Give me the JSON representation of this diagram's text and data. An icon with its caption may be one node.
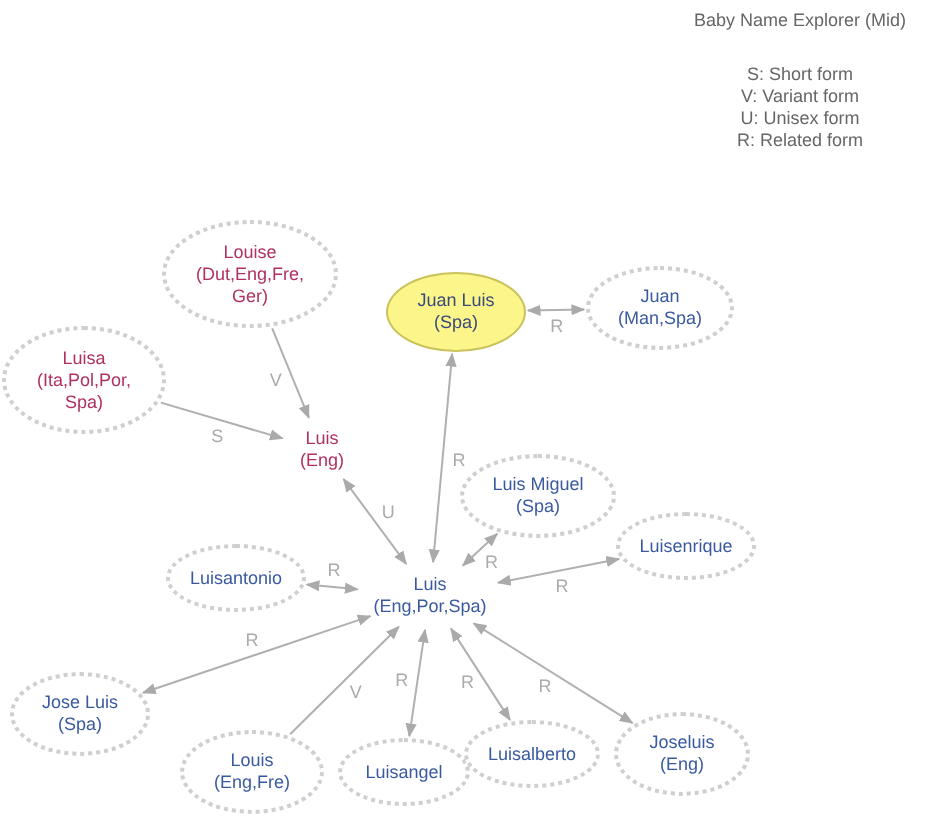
{
  "diagram": {
    "title": "Baby Name Explorer (Mid)",
    "nodes": [
      {
        "text": [
          "Louise",
          "(Dut,Eng,Fre, Ger)"
        ]
      },
      {
        "text": [
          "Luisa",
          "(Ita,Pol,Por, Spa)"
        ]
      },
      {
        "text": [
          "Luis",
          "(Eng)"
        ]
      },
      {
        "text": [
          "Juan Luis",
          "(Spa)"
        ]
      },
      {
        "text": [
          "Juan",
          "(Man,Spa)"
        ]
      },
      {
        "text": [
          "Luis Miguel",
          "(Spa)"
        ]
      },
      {
        "text": [
          "Luisenrique"
        ]
      },
      {
        "text": [
          "Luisantonio"
        ]
      },
      {
        "text": [
          "Luis",
          "(Eng,Por,Spa)"
        ]
      },
      {
        "text": [
          "Jose Luis",
          "(Spa)"
        ]
      },
      {
        "text": [
          "Louis",
          "(Eng,Fre)"
        ]
      },
      {
        "text": [
          "Luisangel"
        ]
      },
      {
        "text": [
          "Luisalberto"
        ]
      },
      {
        "text": [
          "Joseluis",
          "(Eng)"
        ]
      }
    ],
    "edges": [
      {
        "from": 0,
        "to": 2,
        "arrow": "to",
        "label": "V"
      },
      {
        "from": 1,
        "to": 2,
        "arrow": "to",
        "label": "S"
      },
      {
        "from": 8,
        "to": 2,
        "arrow": "both",
        "label": "U"
      },
      {
        "from": 8,
        "to": 3,
        "arrow": "both",
        "label": "R"
      },
      {
        "from": 3,
        "to": 4,
        "arrow": "both",
        "label": "R"
      },
      {
        "from": 8,
        "to": 5,
        "arrow": "both",
        "label": "R"
      },
      {
        "from": 8,
        "to": 6,
        "arrow": "both",
        "label": "R"
      },
      {
        "from": 8,
        "to": 7,
        "arrow": "both",
        "label": "R"
      },
      {
        "from": 8,
        "to": 9,
        "arrow": "both",
        "label": "R"
      },
      {
        "from": 10,
        "to": 8,
        "arrow": "to",
        "label": "V"
      },
      {
        "from": 8,
        "to": 11,
        "arrow": "both",
        "label": "R"
      },
      {
        "from": 8,
        "to": 12,
        "arrow": "both",
        "label": "R"
      },
      {
        "from": 8,
        "to": 13,
        "arrow": "both",
        "label": "R"
      }
    ],
    "labels": [
      "S: Short form",
      "V: Variant form",
      "U: Unisex form",
      "R: Related form"
    ]
  }
}
